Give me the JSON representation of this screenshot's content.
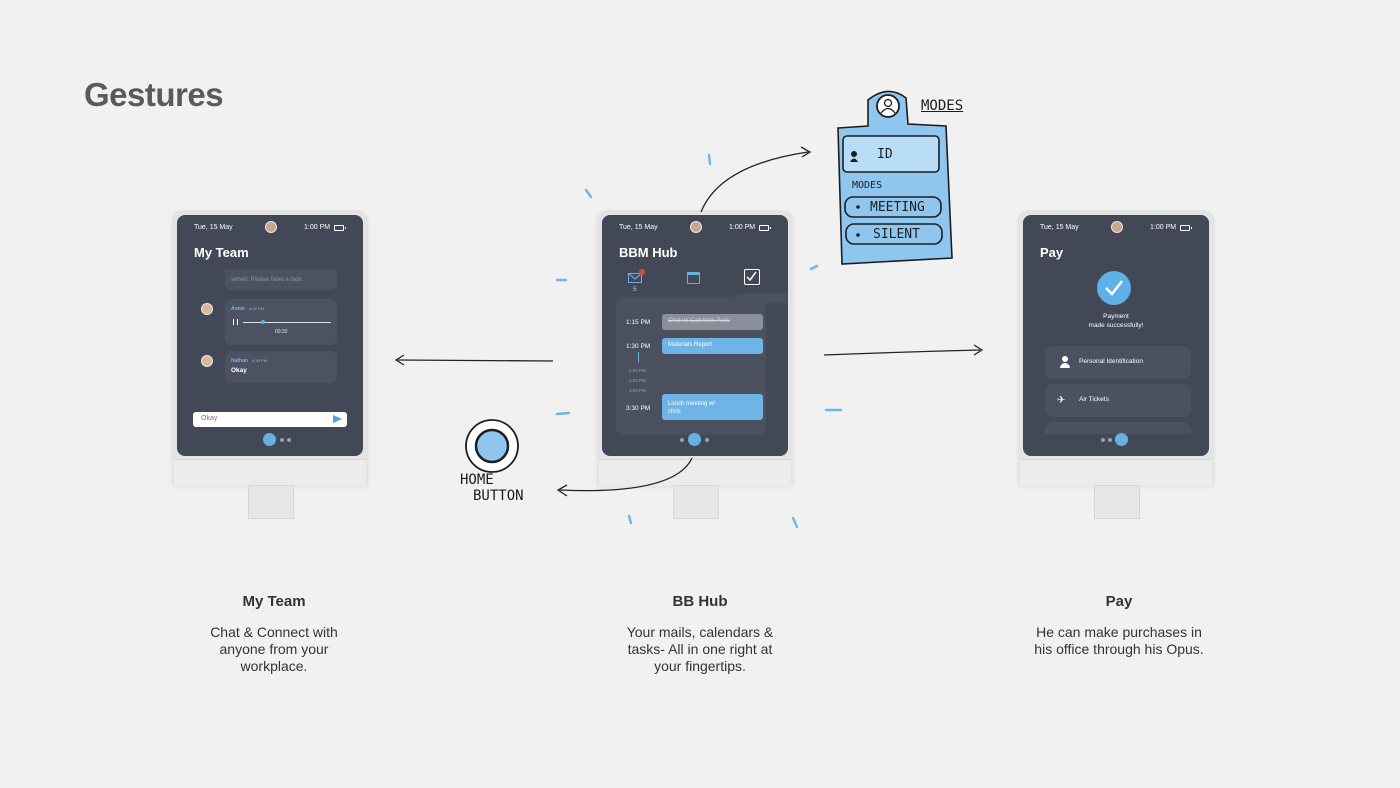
{
  "page": {
    "title": "Gestures"
  },
  "devices": {
    "team": {
      "date": "Tue, 15 May",
      "time": "1:00 PM",
      "title": "My Team",
      "prev_msg": "server. Please have a look.",
      "msg1_name": "Annie",
      "msg1_time": "4:28 PM",
      "msg1_duration": "00:32",
      "msg2_name": "Nathan",
      "msg2_time": "4:30 PM",
      "msg2_text": "Okay",
      "input_placeholder": "Okay"
    },
    "hub": {
      "date": "Tue, 15 May",
      "time": "1:00 PM",
      "title": "BBM Hub",
      "mail_count": "5",
      "times": [
        "1:15 PM",
        "1:30 PM",
        "2:00 PM",
        "2:20 PM",
        "3:00 PM",
        "3:30 PM"
      ],
      "events": [
        "Chat w/ Carl from Paris",
        "Materials Report",
        "Lunch meeting w/ chris"
      ]
    },
    "pay": {
      "date": "Tue, 15 May",
      "time": "1:00 PM",
      "title": "Pay",
      "message_line1": "Payment",
      "message_line2": "made successfully!",
      "items": [
        "Personal Identification",
        "Air Tickets"
      ]
    }
  },
  "annotations": {
    "modes_title": "MODES",
    "id_label": "ID",
    "modes_sub": "MODES",
    "mode1": "MEETING",
    "mode2": "SILENT",
    "home_line1": "HOME",
    "home_line2": "BUTTON"
  },
  "captions": [
    {
      "title": "My Team",
      "lines": [
        "Chat & Connect with",
        "anyone from your",
        "workplace."
      ]
    },
    {
      "title": "BB Hub",
      "lines": [
        "Your mails, calendars &",
        "tasks- All in one right at",
        "your fingertips."
      ]
    },
    {
      "title": "Pay",
      "lines": [
        "He can make purchases in",
        "his office through his Opus."
      ]
    }
  ],
  "colors": {
    "screen": "#424856",
    "accent": "#66b0e4",
    "sketch_blue": "#8fc6f0"
  }
}
